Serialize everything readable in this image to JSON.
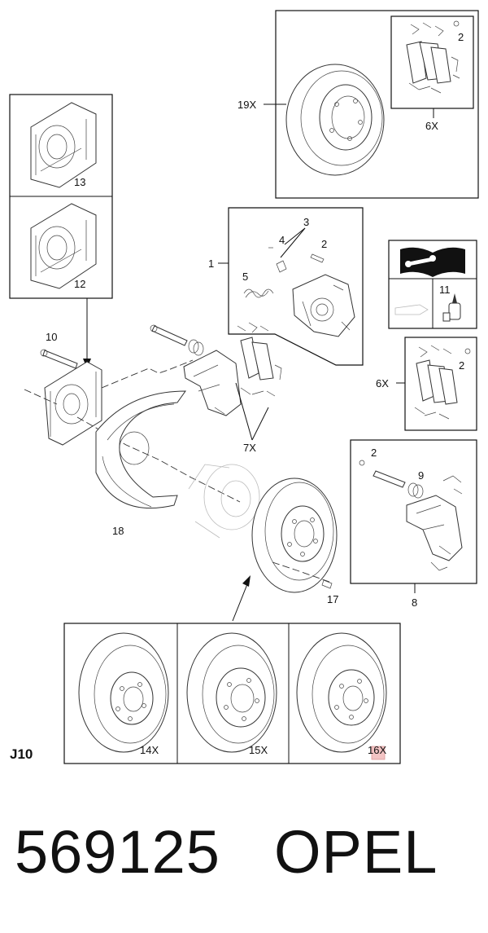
{
  "diagram": {
    "id_label": "J10",
    "callouts": {
      "c1": "1",
      "c2a": "2",
      "c2b": "2",
      "c2c": "2",
      "c2d": "2",
      "c3": "3",
      "c4": "4",
      "c5": "5",
      "c6xa": "6X",
      "c6xb": "6X",
      "c7x": "7X",
      "c8": "8",
      "c9": "9",
      "c10": "10",
      "c11": "11",
      "c12": "12",
      "c13": "13",
      "c14x": "14X",
      "c15x": "15X",
      "c16x": "16X",
      "c17": "17",
      "c18": "18",
      "c19x": "19X"
    }
  },
  "footer": {
    "part_number": "569125",
    "brand": "OPEL"
  },
  "colors": {
    "line": "#111111",
    "highlight": "#f3c4c4"
  },
  "icons": [
    "manual-book-icon",
    "wrench-icon",
    "grease-tube-icon"
  ]
}
